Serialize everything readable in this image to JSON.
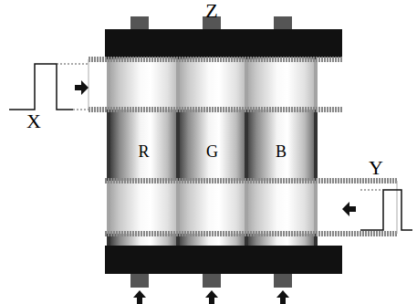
{
  "diagram": {
    "nodes": [
      {
        "text": [
          "R"
        ]
      },
      {
        "text": [
          "G"
        ]
      },
      {
        "text": [
          "B"
        ]
      }
    ],
    "labels": [
      "Z",
      "X",
      "Y"
    ]
  }
}
